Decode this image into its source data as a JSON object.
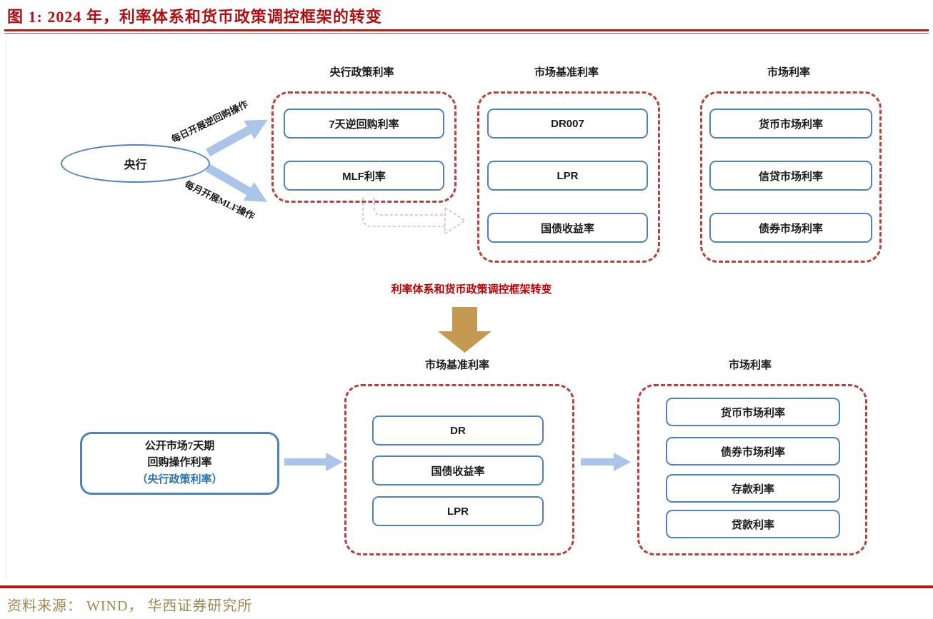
{
  "figure": {
    "title": "图 1:  2024 年，利率体系和货币政策调控框架的转变",
    "source": "资料来源： WIND， 华西证券研究所"
  },
  "top": {
    "central_bank_label": "央行",
    "arrow_label_daily": "每日开展逆回购操作",
    "arrow_label_monthly": "每月开展MLF操作",
    "group1": {
      "title": "央行政策利率",
      "items": [
        "7天逆回购利率",
        "MLF利率"
      ]
    },
    "group2": {
      "title": "市场基准利率",
      "items": [
        "DR007",
        "LPR",
        "国债收益率"
      ]
    },
    "group3": {
      "title": "市场利率",
      "items": [
        "货币市场利率",
        "信贷市场利率",
        "债券市场利率"
      ]
    }
  },
  "transition_label": "利率体系和货币政策调控框架转变",
  "bottom": {
    "policy_box": {
      "line1": "公开市场7天期",
      "line2": "回购操作利率",
      "line3": "（央行政策利率）"
    },
    "group1": {
      "title": "市场基准利率",
      "items": [
        "DR",
        "国债收益率",
        "LPR"
      ]
    },
    "group2": {
      "title": "市场利率",
      "items": [
        "货币市场利率",
        "债券市场利率",
        "存款利率",
        "贷款利率"
      ]
    }
  },
  "colors": {
    "title_red": "#ad1115",
    "rule_red": "#b51d15",
    "dashed_border_red": "#b5433c",
    "node_border_blue": "#4f81bd",
    "arrow_blue": "#aac5e8",
    "arrow_gold": "#c49a52",
    "dashed_arrow_pink": "#eab6b2",
    "transition_text_red": "#c00000",
    "policy_text_blue": "#2e75b6",
    "source_gold": "#a08850"
  }
}
